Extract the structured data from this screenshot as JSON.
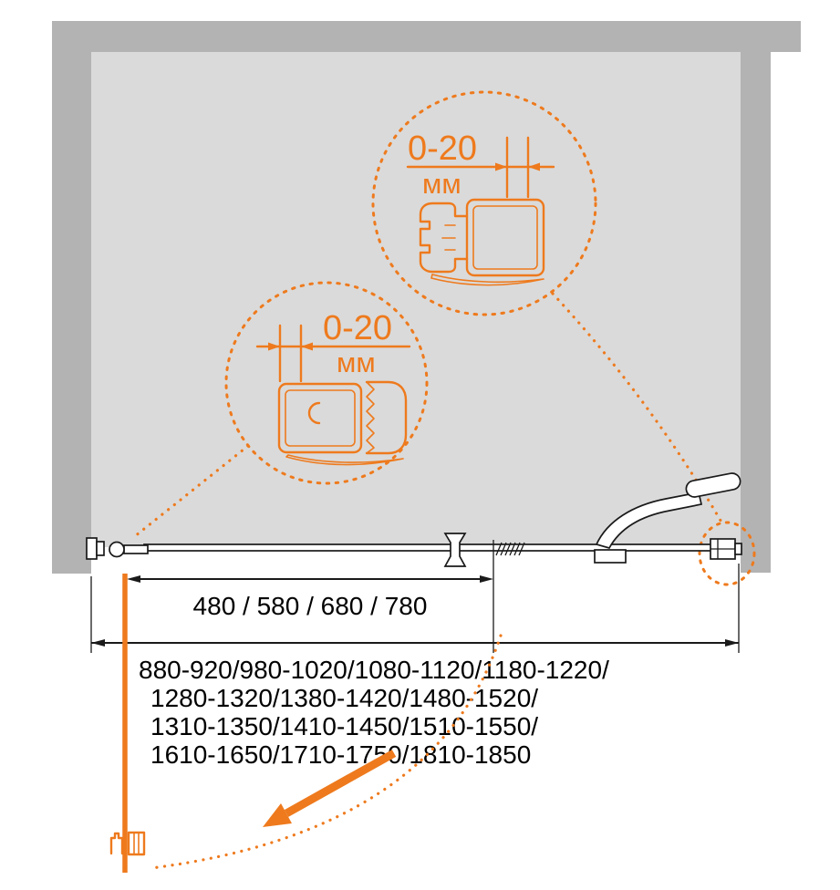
{
  "colors": {
    "accent": "#ee7a1d",
    "wall-dark": "#b3b3b3",
    "wall-light": "#dadada",
    "line": "#1a1a1a"
  },
  "detail_top": {
    "value": "0-20",
    "unit": "мм"
  },
  "detail_bottom": {
    "value": "0-20",
    "unit": "мм"
  },
  "dimensions": {
    "door_leaf_widths": "480 / 580 / 680 / 780",
    "overall_width_ranges": [
      "880-920/980-1020/1080-1120/1180-1220/",
      "1280-1320/1380-1420/1480-1520/",
      "1310-1350/1410-1450/1510-1550/",
      "1610-1650/1710-1750/1810-1850"
    ]
  }
}
